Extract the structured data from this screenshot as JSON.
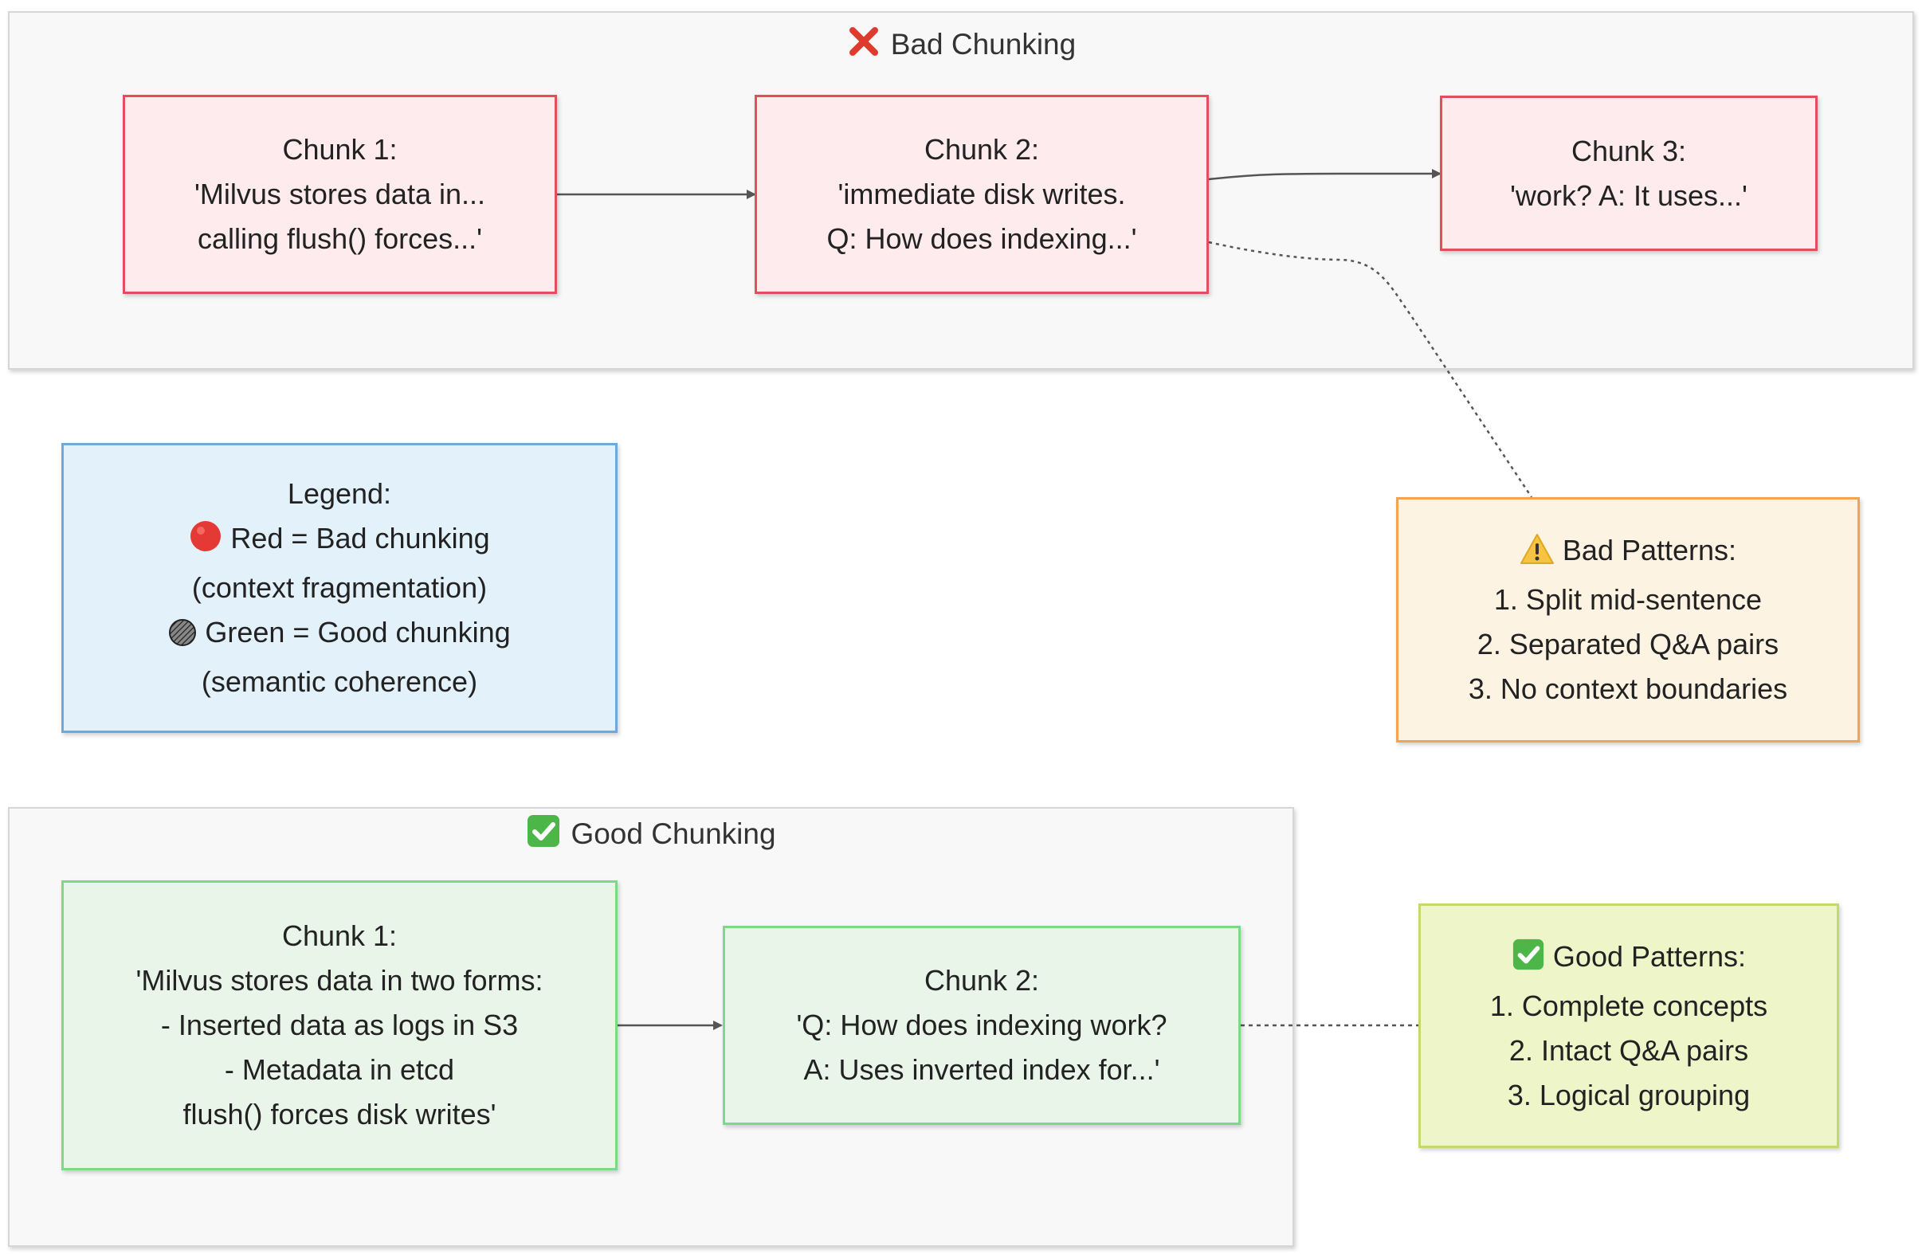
{
  "groups": {
    "bad": {
      "title": "Bad Chunking",
      "icon": "cross-mark-icon"
    },
    "good": {
      "title": "Good Chunking",
      "icon": "check-mark-icon"
    }
  },
  "bad_chunks": [
    {
      "title": "Chunk 1:",
      "lines": [
        "'Milvus stores data in...",
        "calling flush() forces...'"
      ]
    },
    {
      "title": "Chunk 2:",
      "lines": [
        "'immediate disk writes.",
        "Q: How does indexing...'"
      ]
    },
    {
      "title": "Chunk 3:",
      "lines": [
        "'work? A: It uses...'"
      ]
    }
  ],
  "good_chunks": [
    {
      "title": "Chunk 1:",
      "lines": [
        "'Milvus stores data in two forms:",
        "- Inserted data as logs in S3",
        "- Metadata in etcd",
        "flush() forces disk writes'"
      ]
    },
    {
      "title": "Chunk 2:",
      "lines": [
        "'Q: How does indexing work?",
        "A: Uses inverted index for...'"
      ]
    }
  ],
  "legend": {
    "title": "Legend:",
    "red_line": "Red = Bad chunking",
    "red_note": "(context fragmentation)",
    "green_line": "Green = Good chunking",
    "green_note": "(semantic coherence)",
    "red_icon": "red-circle-icon",
    "green_icon": "hatched-circle-icon"
  },
  "bad_patterns": {
    "title": "Bad Patterns:",
    "icon": "warning-icon",
    "items": [
      "1. Split mid-sentence",
      "2. Separated Q&A pairs",
      "3. No context boundaries"
    ]
  },
  "good_patterns": {
    "title": "Good Patterns:",
    "icon": "check-mark-icon",
    "items": [
      "1. Complete concepts",
      "2. Intact Q&A pairs",
      "3. Logical grouping"
    ]
  },
  "colors": {
    "bad_fill": "#fdebee",
    "bad_border": "#e34d5c",
    "good_fill": "#e9f5e9",
    "good_border": "#7ed88a",
    "legend_fill": "#e3f1fb",
    "legend_border": "#6fa8dc",
    "warn_fill": "#fdf3e3",
    "warn_border": "#f1a554",
    "goodpat_fill": "#eef5c8",
    "goodpat_border": "#c3d96a",
    "edge": "#555555"
  }
}
